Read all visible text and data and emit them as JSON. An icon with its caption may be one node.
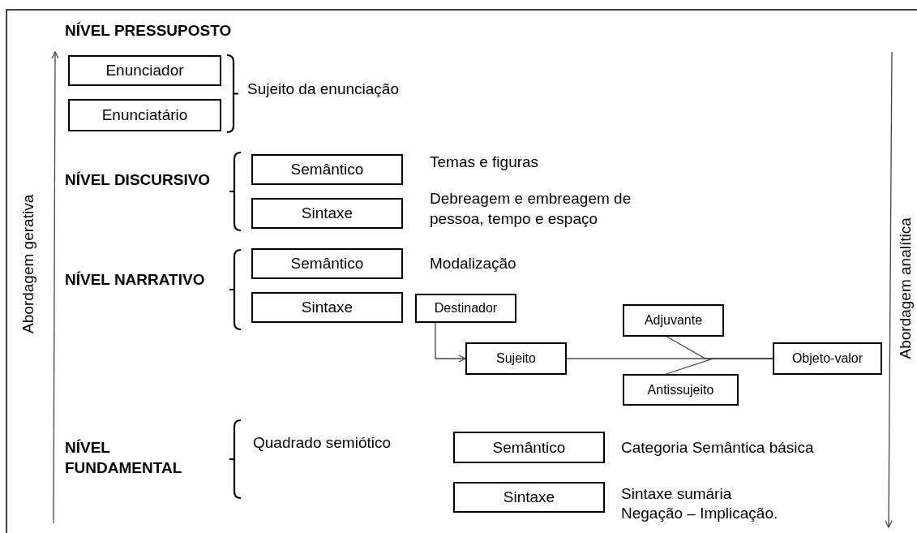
{
  "diagram": {
    "nodes": [
      {
        "text": [
          "Enunciador"
        ]
      },
      {
        "text": [
          "Enunciatário"
        ]
      },
      {
        "text": [
          "Semântico"
        ]
      },
      {
        "text": [
          "Sintaxe"
        ]
      },
      {
        "text": [
          "Semântico"
        ]
      },
      {
        "text": [
          "Sintaxe"
        ]
      },
      {
        "text": [
          "Destinador"
        ]
      },
      {
        "text": [
          "Sujeito"
        ]
      },
      {
        "text": [
          "Adjuvante"
        ]
      },
      {
        "text": [
          "Antissujeito"
        ]
      },
      {
        "text": [
          "Objeto-valor"
        ]
      },
      {
        "text": [
          "Semântico"
        ]
      },
      {
        "text": [
          "Sintaxe"
        ]
      }
    ],
    "edges": [
      {
        "from": 6,
        "to": 7,
        "arrow": "to"
      },
      {
        "from": 7,
        "to": 10,
        "arrow": "none"
      },
      {
        "from": 8,
        "to": 10,
        "arrow": "none"
      },
      {
        "from": 9,
        "to": 10,
        "arrow": "none"
      }
    ],
    "labels": [
      "NÍVEL PRESSUPOSTO",
      "Sujeito da enunciação",
      "NÍVEL DISCURSIVO",
      "Temas e figuras",
      "Debreagem e embreagem de pessoa, tempo e espaço",
      "NÍVEL NARRATIVO",
      "Modalização",
      "NÍVEL FUNDAMENTAL",
      "Quadrado semiótico",
      "Categoria Semântica básica",
      "Sintaxe sumária",
      "Negação – Implicação.",
      "Abordagem gerativa",
      "Abordagem analítica"
    ]
  }
}
